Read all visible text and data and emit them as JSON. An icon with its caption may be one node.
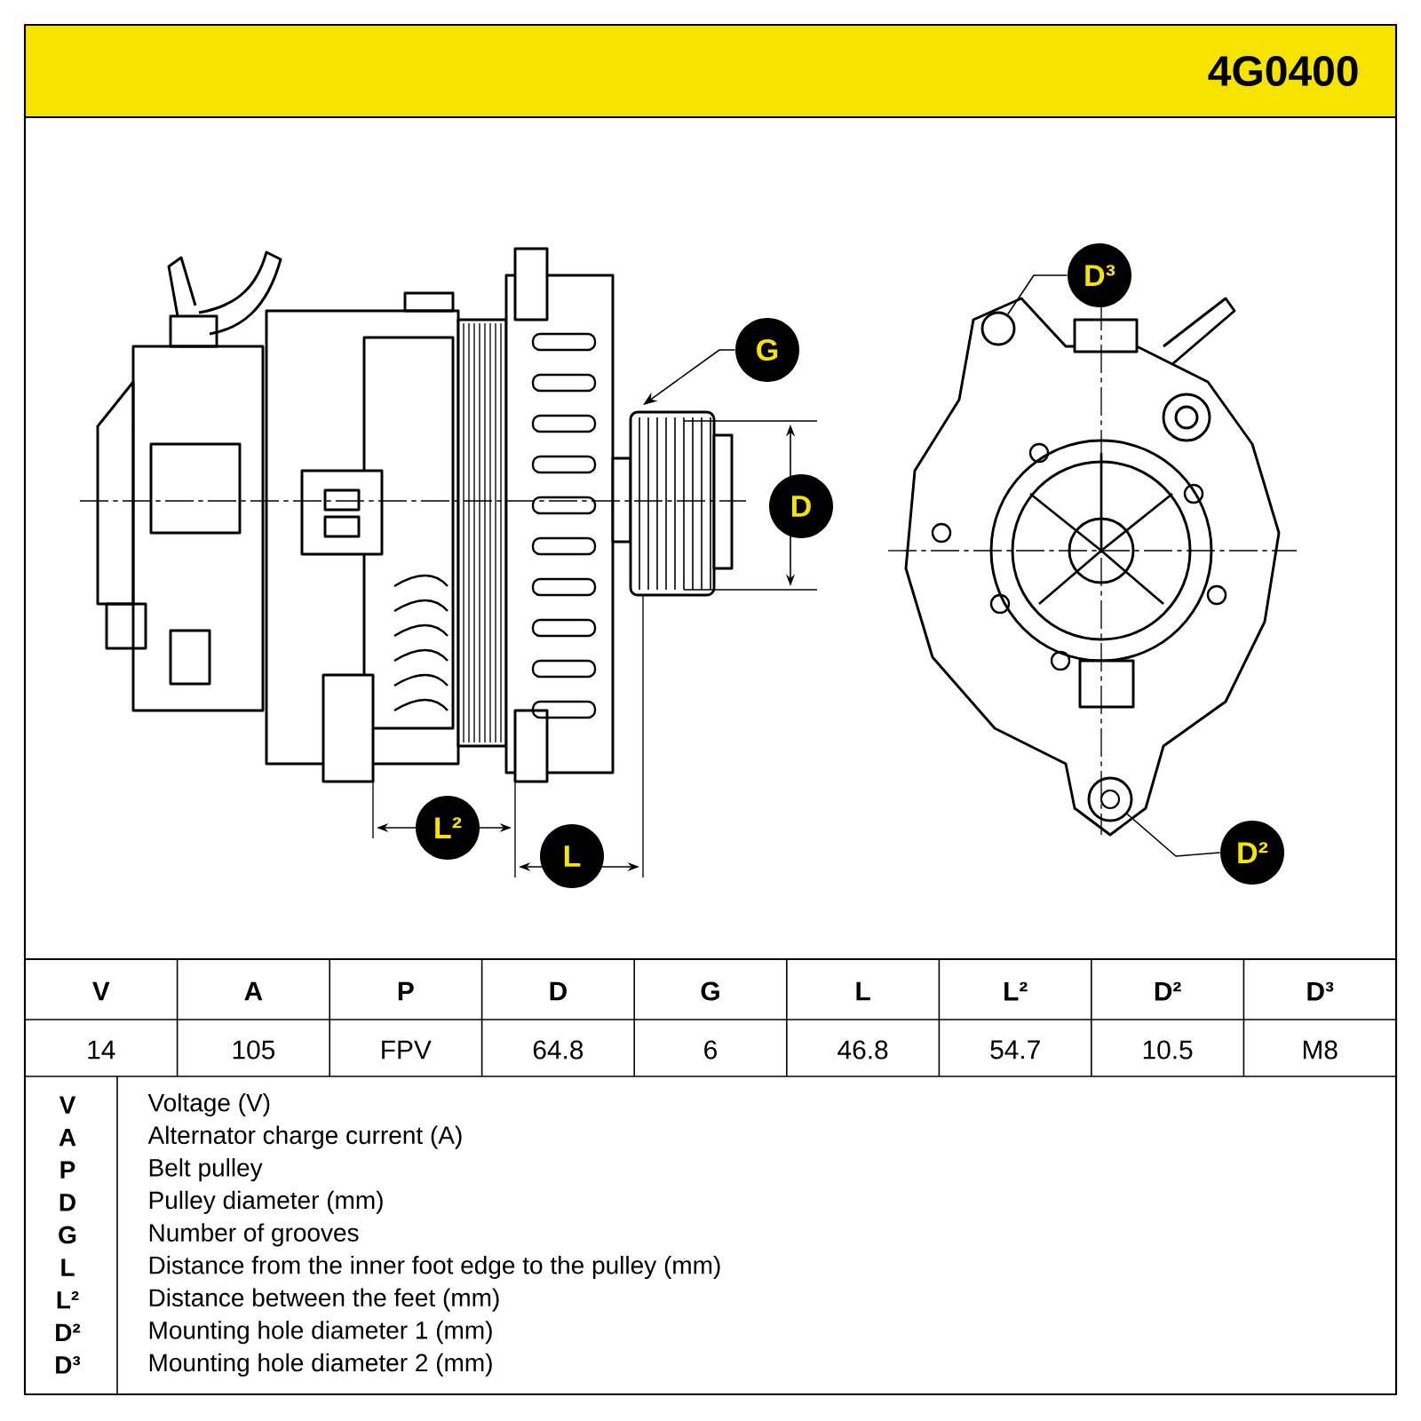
{
  "diagram": {
    "nodes": [
      {
        "text": [
          "D³"
        ]
      },
      {
        "text": [
          "G"
        ]
      },
      {
        "text": [
          "D"
        ]
      },
      {
        "text": [
          "L²"
        ]
      },
      {
        "text": [
          "L"
        ]
      },
      {
        "text": [
          "D²"
        ]
      },
      {
        "text": [],
        "shape": "circle"
      },
      {
        "text": [],
        "shape": "circle"
      }
    ],
    "edges": [
      {
        "from": 0,
        "to": 6,
        "arrow": "none"
      },
      {
        "from": 1,
        "to": null,
        "arrow": "to"
      },
      {
        "from": 5,
        "to": 7,
        "arrow": "none"
      }
    ],
    "labels": [
      "4G0400",
      "V",
      "A",
      "P",
      "D",
      "G",
      "L",
      "L²",
      "D²",
      "D³",
      "14",
      "105",
      "FPV",
      "64.8",
      "6",
      "46.8",
      "54.7",
      "10.5",
      "M8",
      "V",
      "Voltage (V)",
      "A",
      "Alternator charge current (A)",
      "P",
      "Belt pulley",
      "D",
      "Pulley diameter (mm)",
      "G",
      "Number of grooves",
      "L",
      "Distance from the inner foot edge to the pulley (mm)",
      "L²",
      "Distance between the feet (mm)",
      "D²",
      "Mounting hole diameter 1 (mm)",
      "D³",
      "Mounting hole diameter 2 (mm)"
    ]
  }
}
